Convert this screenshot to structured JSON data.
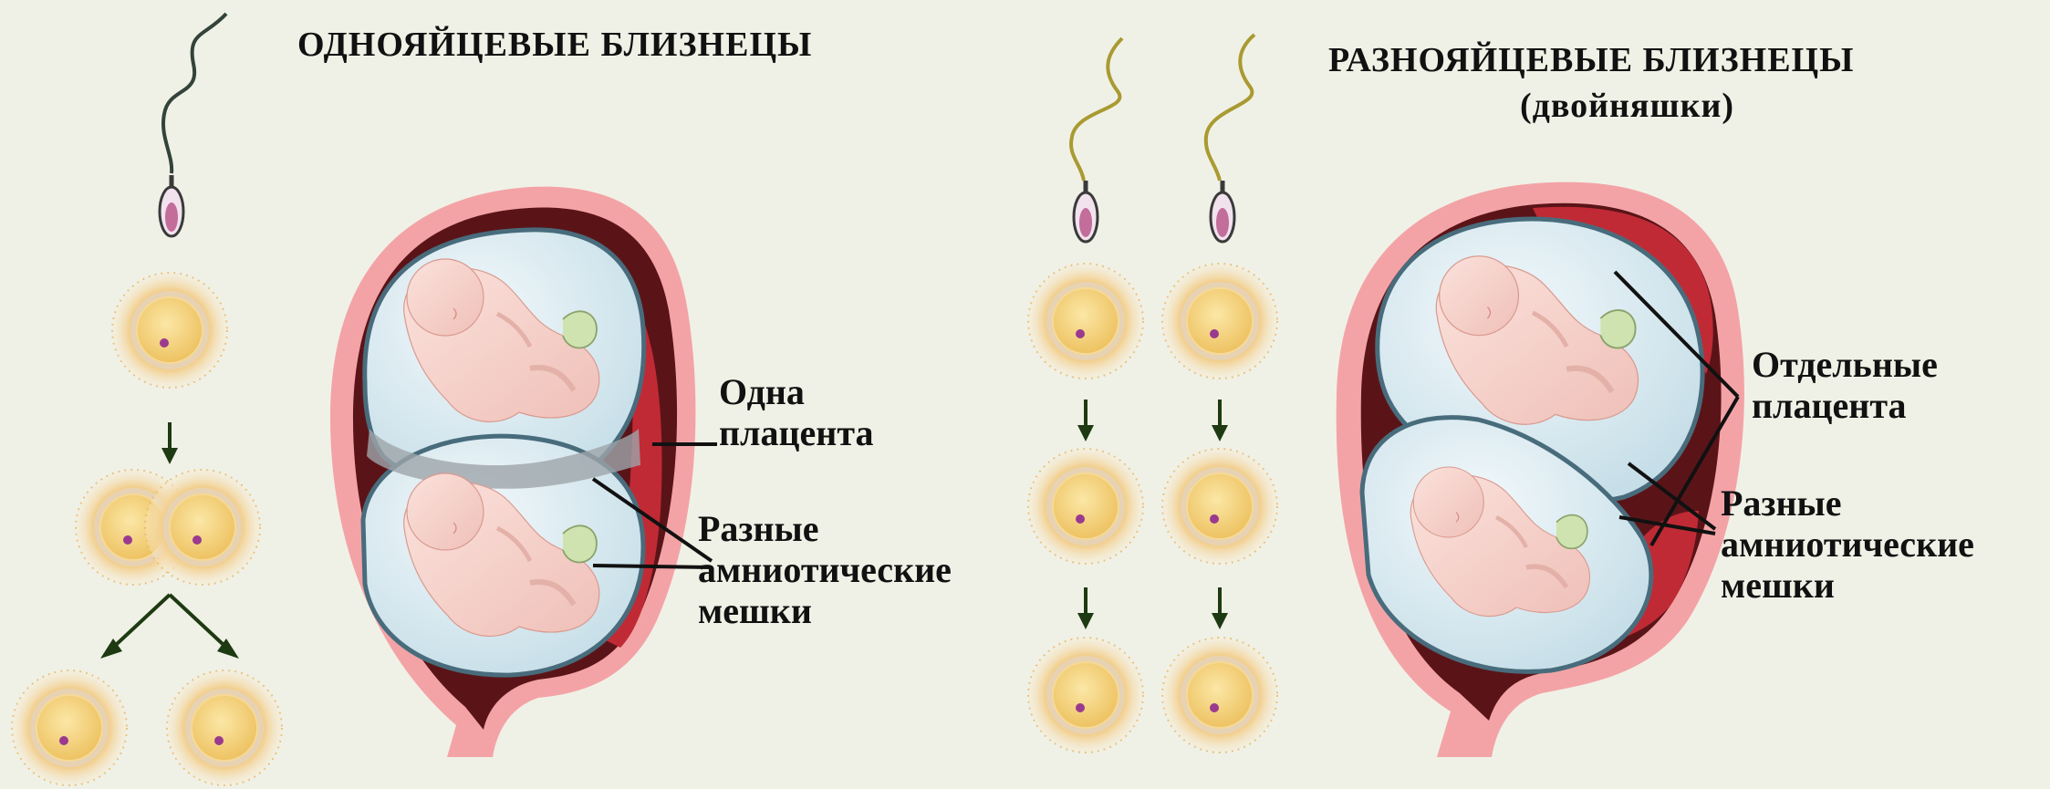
{
  "identical": {
    "title": "ОДНОЯЙЦЕВЫЕ БЛИЗНЕЦЫ",
    "placenta_label": [
      "Одна",
      "плацента"
    ],
    "sac_label": [
      "Разные",
      "амниотические",
      "мешки"
    ]
  },
  "fraternal": {
    "title": "РАЗНОЯЙЦЕВЫЕ БЛИЗНЕЦЫ",
    "subtitle": "(двойняшки)",
    "placenta_label": [
      "Отдельные",
      "плацента"
    ],
    "sac_label": [
      "Разные",
      "амниотические",
      "мешки"
    ]
  },
  "colors": {
    "background": "#f0f1e6",
    "uterus_outer": "#f3a3a6",
    "uterus_wall": "#5a1418",
    "placenta": "#c02a35",
    "amniotic_fluid": "#dcecf2",
    "sac_outline": "#486c7c",
    "egg_halo": "#f2cf8e",
    "egg_core": "#f3d27a",
    "arrow": "#1e3a12",
    "sperm_tail_identical": "#33433a",
    "sperm_tail_fraternal": "#a99a32"
  },
  "icons": [
    "sperm-icon",
    "egg-cell-icon",
    "fetus-icon",
    "down-arrow-icon"
  ]
}
